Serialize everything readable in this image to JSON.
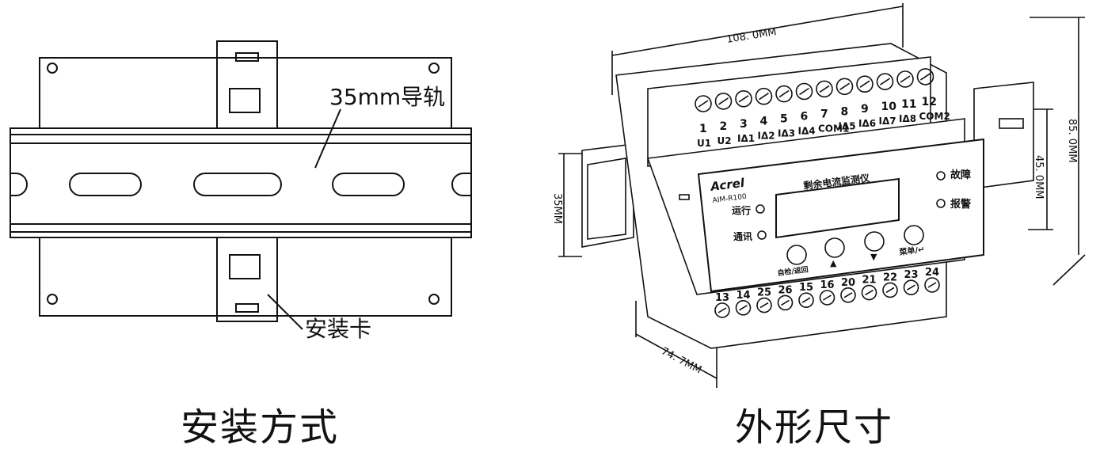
{
  "left": {
    "rail_label": "35mm导轨",
    "clip_label": "安装卡",
    "caption": "安装方式"
  },
  "right": {
    "dim_width": "108. 0MM",
    "dim_height": "85. 0MM",
    "dim_face": "45. 0MM",
    "dim_rail": "35MM",
    "dim_depth": "74. 7MM",
    "brand": "Acrel",
    "model": "AIM-R100",
    "device_title": "剩余电流监测仪",
    "led_fault": "故障",
    "led_alarm": "报警",
    "led_run": "运行",
    "led_comm": "通讯",
    "btn_auto": "自检/返回",
    "btn_up": "▲",
    "btn_down": "▼",
    "btn_menu": "菜单/↵",
    "top_terminals": [
      "1",
      "2",
      "3",
      "4",
      "5",
      "6",
      "7",
      "8",
      "9",
      "10",
      "11",
      "12"
    ],
    "top_labels": [
      "U1",
      "U2",
      "IΔ1",
      "IΔ2",
      "IΔ3",
      "IΔ4",
      "COM1",
      "IΔ5",
      "IΔ6",
      "IΔ7",
      "IΔ8",
      "COM2"
    ],
    "bottom_terminals": [
      "13",
      "14",
      "25",
      "26",
      "15",
      "16",
      "20",
      "21",
      "22",
      "23",
      "24"
    ],
    "caption": "外形尺寸"
  }
}
